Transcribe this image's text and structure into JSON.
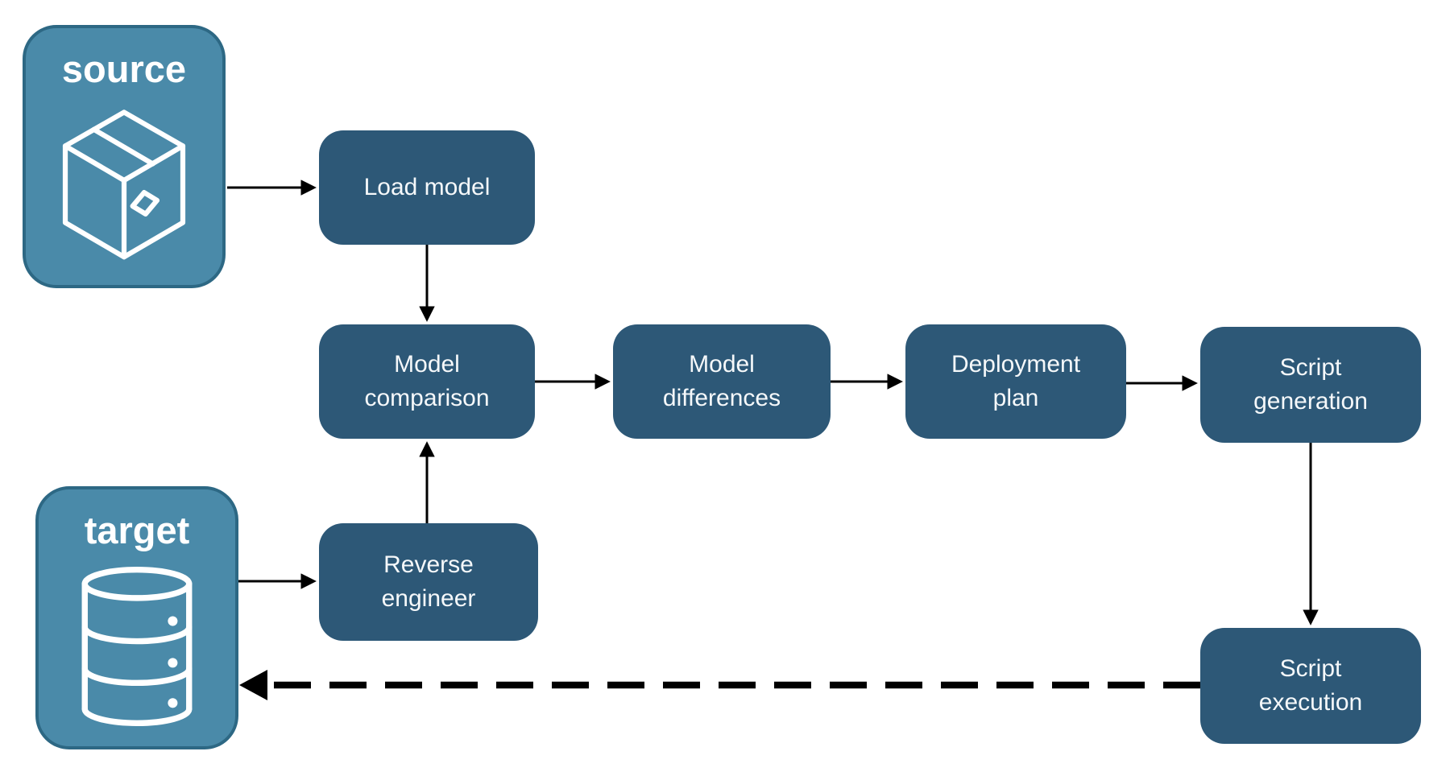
{
  "diagram": {
    "type": "flowchart",
    "background": "#ffffff",
    "palette": {
      "terminal_fill": "#4a8aa9",
      "terminal_border": "#2d6884",
      "node_fill": "#2d5877",
      "text_color": "#ffffff",
      "connector_color": "#000000"
    },
    "terminals": {
      "source": {
        "label": "source",
        "icon": "package-icon"
      },
      "target": {
        "label": "target",
        "icon": "database-icon"
      }
    },
    "nodes": {
      "load_model": {
        "lines": [
          "Load model",
          ""
        ]
      },
      "model_comparison": {
        "lines": [
          "Model",
          "comparison"
        ]
      },
      "model_differences": {
        "lines": [
          "Model",
          "differences"
        ]
      },
      "deployment_plan": {
        "lines": [
          "Deployment",
          "plan"
        ]
      },
      "script_generation": {
        "lines": [
          "Script",
          "generation"
        ]
      },
      "reverse_engineer": {
        "lines": [
          "Reverse",
          "engineer"
        ]
      },
      "script_execution": {
        "lines": [
          "Script",
          "execution"
        ]
      }
    },
    "connectors": [
      {
        "from": "source",
        "to": "load_model",
        "style": "solid"
      },
      {
        "from": "load_model",
        "to": "model_comparison",
        "style": "solid"
      },
      {
        "from": "model_comparison",
        "to": "model_differences",
        "style": "solid"
      },
      {
        "from": "model_differences",
        "to": "deployment_plan",
        "style": "solid"
      },
      {
        "from": "deployment_plan",
        "to": "script_generation",
        "style": "solid"
      },
      {
        "from": "script_generation",
        "to": "script_execution",
        "style": "solid"
      },
      {
        "from": "reverse_engineer",
        "to": "model_comparison",
        "style": "solid"
      },
      {
        "from": "target",
        "to": "reverse_engineer",
        "style": "solid"
      },
      {
        "from": "script_execution",
        "to": "target",
        "style": "dashed"
      }
    ]
  }
}
